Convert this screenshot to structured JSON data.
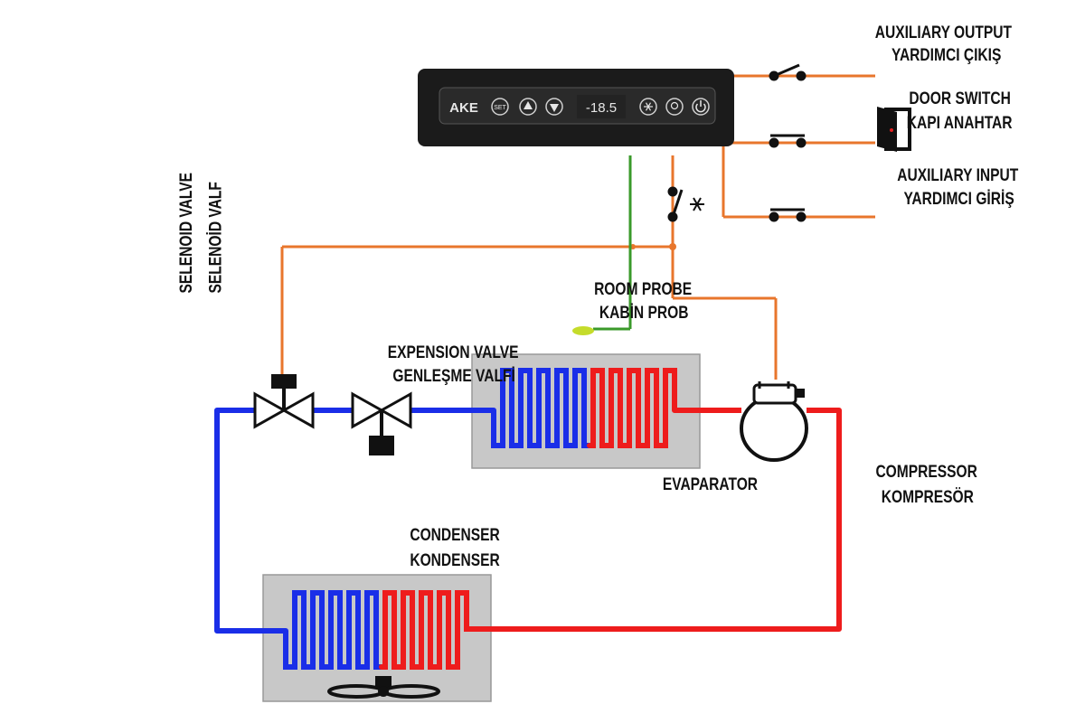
{
  "controller": {
    "brand": "AKE",
    "set_label": "SET",
    "display_value": "-18.5",
    "icons": [
      "up-arrow",
      "down-arrow",
      "defrost-snowflake",
      "light-bulb",
      "power"
    ]
  },
  "labels": {
    "aux_output": [
      "AUXILIARY OUTPUT",
      "YARDIMCI ÇIKIŞ"
    ],
    "door_switch": [
      "DOOR SWITCH",
      "KAPI ANAHTAR"
    ],
    "aux_input": [
      "AUXILIARY INPUT",
      "YARDIMCI GİRİŞ"
    ],
    "solenoid": [
      "SELENOID VALVE",
      "SELENOİD VALF"
    ],
    "expansion": [
      "EXPENSION VALVE",
      "GENLEŞME VALFİ"
    ],
    "room_probe": [
      "ROOM PROBE",
      "KABİN PROB"
    ],
    "evaporator": "EVAPARATOR",
    "compressor": [
      "COMPRESSOR",
      "KOMPRESÖR"
    ],
    "condenser": [
      "CONDENSER",
      "KONDENSER"
    ]
  },
  "colors": {
    "wire_orange": "#e8762c",
    "wire_green": "#3a9a2a",
    "pipe_blue": "#1a2ee8",
    "pipe_red": "#ee1c1c",
    "box_grey": "#c8c8c8",
    "panel_black": "#1b1b1b"
  }
}
